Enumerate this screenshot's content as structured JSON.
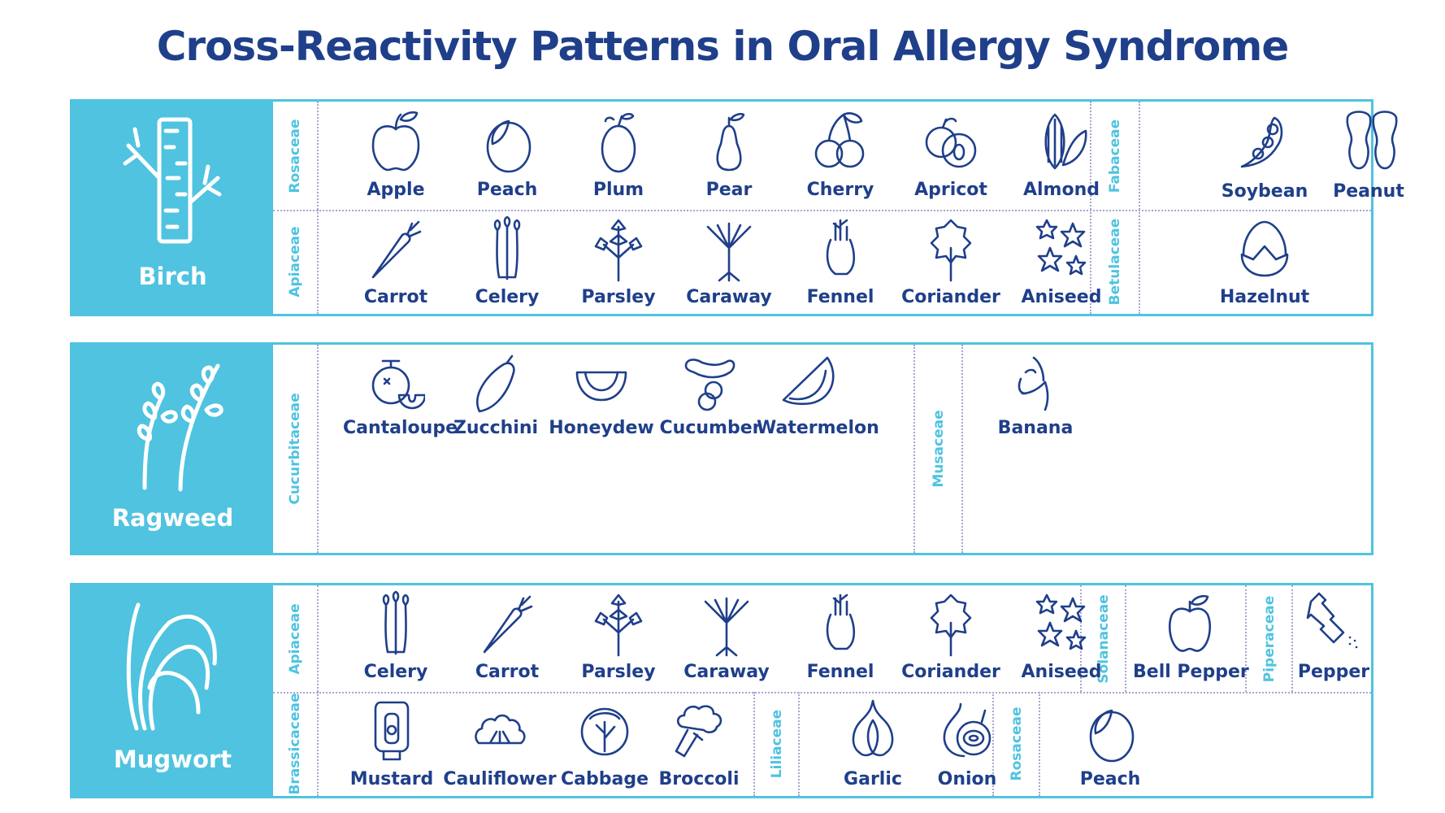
{
  "title": "Cross-Reactivity Patterns in Oral Allergy Syndrome",
  "colors": {
    "accent": "#4FC3E0",
    "navy": "#1F3F8A",
    "divider": "#A6A6D2"
  },
  "panels": [
    {
      "allergen": "Birch",
      "icon": "birch-tree-icon",
      "groups": [
        {
          "family": "Rosaceae",
          "foods": [
            "Apple",
            "Peach",
            "Plum",
            "Pear",
            "Cherry",
            "Apricot",
            "Almond"
          ]
        },
        {
          "family": "Fabaceae",
          "foods": [
            "Soybean",
            "Peanut"
          ]
        },
        {
          "family": "Apiaceae",
          "foods": [
            "Carrot",
            "Celery",
            "Parsley",
            "Caraway",
            "Fennel",
            "Coriander",
            "Aniseed"
          ]
        },
        {
          "family": "Betulaceae",
          "foods": [
            "Hazelnut"
          ]
        }
      ]
    },
    {
      "allergen": "Ragweed",
      "icon": "ragweed-plant-icon",
      "groups": [
        {
          "family": "Cucurbitaceae",
          "foods": [
            "Cantaloupe",
            "Zucchini",
            "Honeydew",
            "Cucumber",
            "Watermelon"
          ]
        },
        {
          "family": "Musaceae",
          "foods": [
            "Banana"
          ]
        }
      ]
    },
    {
      "allergen": "Mugwort",
      "icon": "mugwort-plant-icon",
      "groups": [
        {
          "family": "Apiaceae",
          "foods": [
            "Celery",
            "Carrot",
            "Parsley",
            "Caraway",
            "Fennel",
            "Coriander",
            "Aniseed"
          ]
        },
        {
          "family": "Solanaceae",
          "foods": [
            "Bell Pepper"
          ]
        },
        {
          "family": "Piperaceae",
          "foods": [
            "Pepper"
          ]
        },
        {
          "family": "Brassicaceae",
          "foods": [
            "Mustard",
            "Cauliflower",
            "Cabbage",
            "Broccoli"
          ]
        },
        {
          "family": "Liliaceae",
          "foods": [
            "Garlic",
            "Onion"
          ]
        },
        {
          "family": "Rosaceae",
          "foods": [
            "Peach"
          ]
        }
      ]
    }
  ]
}
